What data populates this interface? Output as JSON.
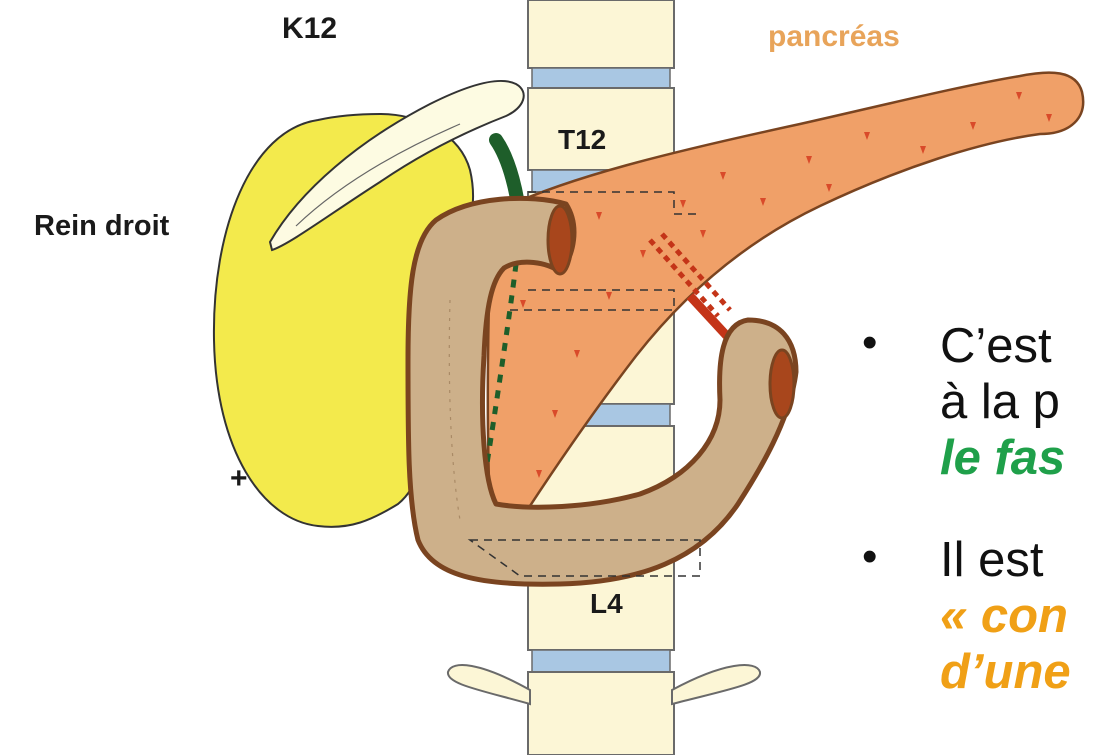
{
  "labels": {
    "k12": "K12",
    "pancreas": "pancréas",
    "t12": "T12",
    "rein_droit": "Rein droit",
    "plus": "+",
    "l4": "L4"
  },
  "bullets": [
    {
      "line1": "C’est",
      "line2": "à la p",
      "line3": "le fas"
    },
    {
      "line1": "Il est",
      "line2": "« con",
      "line3": "d’une"
    }
  ],
  "colors": {
    "kidney": "#f3ea4c",
    "pancreas": "#f0a068",
    "duodenum": "#cdb08a",
    "duodenum_outline": "#7a4420",
    "vertebra": "#fcf6d6",
    "disc": "#a9c7e3",
    "bile_duct": "#1e5e2a",
    "vessel": "#c43418",
    "pancreas_label": "#e8a45a",
    "green_emphasis": "#1fa04a",
    "orange_emphasis": "#f0a016"
  }
}
